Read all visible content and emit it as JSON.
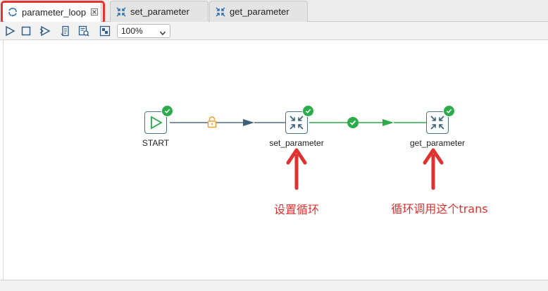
{
  "tabs": [
    {
      "label": "parameter_loop",
      "active": true,
      "icon": "job-icon",
      "closable": true
    },
    {
      "label": "set_parameter",
      "active": false,
      "icon": "transformation-icon"
    },
    {
      "label": "get_parameter",
      "active": false,
      "icon": "transformation-icon"
    }
  ],
  "toolbar": {
    "buttons": [
      "run-icon",
      "stop-icon",
      "run-options-icon",
      "preview-icon",
      "debug-icon",
      "grid-icon"
    ],
    "zoom": "100%"
  },
  "canvas": {
    "nodes": [
      {
        "id": "start",
        "label": "START",
        "icon": "start-play-icon",
        "status": "success"
      },
      {
        "id": "set_parameter",
        "label": "set_parameter",
        "icon": "transformation-icon",
        "status": "success"
      },
      {
        "id": "get_parameter",
        "label": "get_parameter",
        "icon": "transformation-icon",
        "status": "success"
      }
    ],
    "hops": [
      {
        "from": "start",
        "to": "set_parameter",
        "badge": "lock-icon",
        "color": "#4f6f86"
      },
      {
        "from": "set_parameter",
        "to": "get_parameter",
        "badge": "success-check-icon",
        "color": "#2cab4a"
      }
    ]
  },
  "annotations": [
    {
      "text": "设置循环",
      "target": "set_parameter",
      "color": "#e03131"
    },
    {
      "text": "循环调用这个trans",
      "target": "get_parameter",
      "color": "#e03131"
    }
  ],
  "colors": {
    "highlight": "#e8322f",
    "success": "#2cab4a",
    "node_border": "#4f6f86",
    "lock": "#f0a030"
  }
}
